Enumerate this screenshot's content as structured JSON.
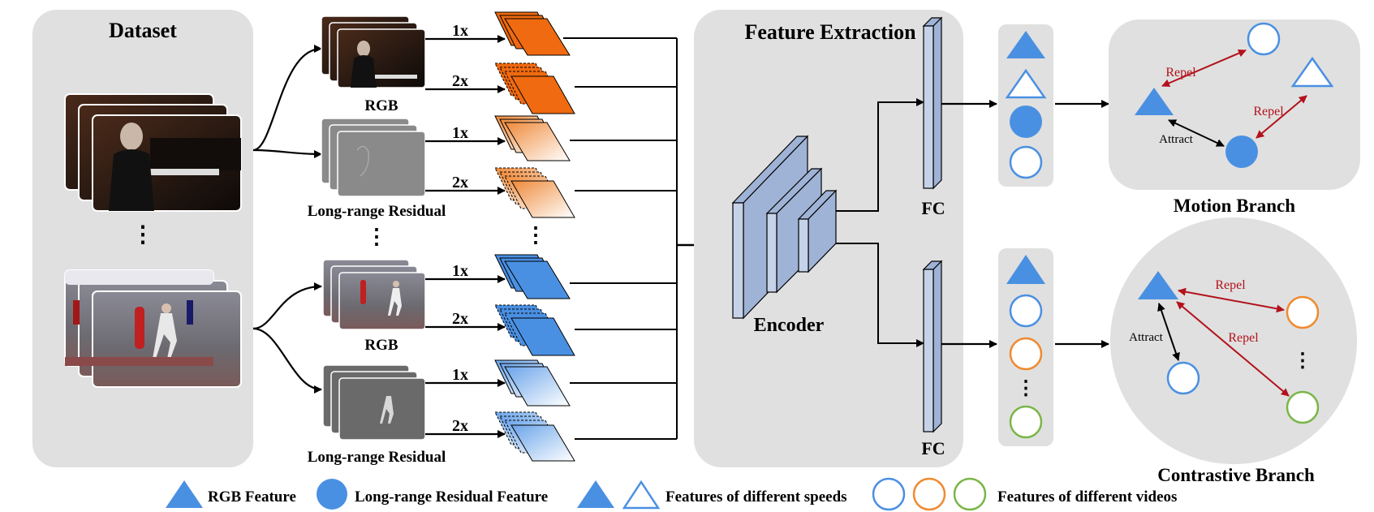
{
  "titles": {
    "dataset": "Dataset",
    "feature_extraction": "Feature Extraction",
    "motion_branch": "Motion Branch",
    "contrastive_branch": "Contrastive Branch",
    "encoder": "Encoder",
    "fc_top": "FC",
    "fc_bottom": "FC"
  },
  "inputs": {
    "rgb_label_top": "RGB",
    "residual_label_top": "Long-range Residual",
    "rgb_label_bottom": "RGB",
    "residual_label_bottom": "Long-range Residual",
    "dots": "⋮"
  },
  "speeds": [
    "1x",
    "2x",
    "1x",
    "2x",
    "1x",
    "2x",
    "1x",
    "2x"
  ],
  "motion_branch": {
    "repel_1": "Repel",
    "repel_2": "Repel",
    "attract": "Attract"
  },
  "contrastive_branch": {
    "repel_1": "Repel",
    "repel_2": "Repel",
    "attract": "Attract",
    "dots": "⋮"
  },
  "legend": {
    "rgb_feature": "RGB Feature",
    "residual_feature": "Long-range Residual Feature",
    "speed_features": "Features of different speeds",
    "video_features": "Features of different videos"
  },
  "colors": {
    "panel": "#e0e0e0",
    "blue": "#4a90e2",
    "orange": "#ef6a10",
    "green": "#7ab648",
    "red": "#b3121c",
    "encoder": "#c5d2e8"
  }
}
